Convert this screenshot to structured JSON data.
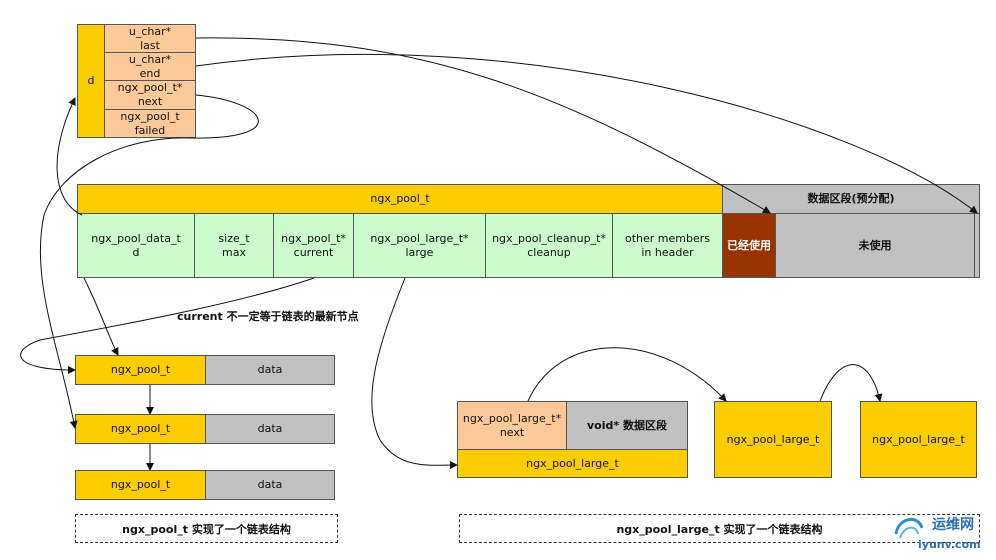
{
  "pool_struct": {
    "d_label": "d",
    "fields": [
      {
        "type": "u_char*",
        "name": "last"
      },
      {
        "type": "u_char*",
        "name": "end"
      },
      {
        "type": "ngx_pool_t*",
        "name": "next"
      },
      {
        "type": "ngx_pool_t",
        "name": "failed"
      }
    ]
  },
  "pool_bar": {
    "header_title": "ngx_pool_t",
    "data_title": "数据区段(预分配)",
    "cells": [
      {
        "type": "ngx_pool_data_t",
        "name": "d"
      },
      {
        "type": "size_t",
        "name": "max"
      },
      {
        "type": "ngx_pool_t*",
        "name": "current"
      },
      {
        "type": "ngx_pool_large_t*",
        "name": "large"
      },
      {
        "type": "ngx_pool_cleanup_t*",
        "name": "cleanup"
      },
      {
        "type": "other members",
        "name": "in header"
      }
    ],
    "used_label": "已经使用",
    "unused_label": "未使用"
  },
  "current_note": "current 不一定等于链表的最新节点",
  "pool_chain": {
    "nodes": [
      {
        "label": "ngx_pool_t",
        "data": "data"
      },
      {
        "label": "ngx_pool_t",
        "data": "data"
      },
      {
        "label": "ngx_pool_t",
        "data": "data"
      }
    ],
    "caption": "ngx_pool_t 实现了一个链表结构"
  },
  "large_chain": {
    "first": {
      "next_type": "ngx_pool_large_t*",
      "next_name": "next",
      "alloc": "void* 数据区段",
      "label": "ngx_pool_large_t"
    },
    "nodes": [
      "ngx_pool_large_t",
      "ngx_pool_large_t"
    ],
    "caption": "ngx_pool_large_t 实现了一个链表结构"
  },
  "watermark": {
    "title": "运维网",
    "url": "iyunv.com"
  },
  "colors": {
    "orange": "#fccd00",
    "peach": "#fdc999",
    "gray": "#c1c1c1",
    "green": "#ccfccc",
    "brown": "#993300"
  }
}
